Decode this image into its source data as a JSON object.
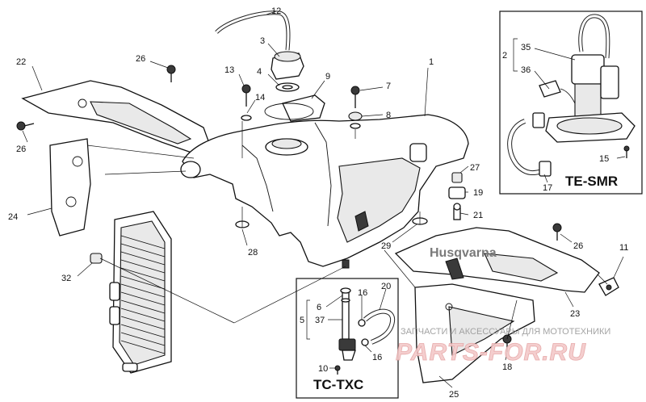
{
  "inset_tesmr": {
    "title": "TE-SMR"
  },
  "inset_tctxc": {
    "title": "TC-TXC"
  },
  "watermark": {
    "caption": "ЗАПЧАСТИ И АКСЕССУАРЫ ДЛЯ МОТОТЕХНИКИ",
    "logo": "PARTS-FOR.RU"
  },
  "brand_decal": "Husqvarna",
  "callouts": [
    {
      "id": "c1",
      "label": "1"
    },
    {
      "id": "c2",
      "label": "2"
    },
    {
      "id": "c3",
      "label": "3"
    },
    {
      "id": "c4",
      "label": "4"
    },
    {
      "id": "c5",
      "label": "5"
    },
    {
      "id": "c6",
      "label": "6"
    },
    {
      "id": "c7",
      "label": "7"
    },
    {
      "id": "c8",
      "label": "8"
    },
    {
      "id": "c9",
      "label": "9"
    },
    {
      "id": "c10",
      "label": "10"
    },
    {
      "id": "c11",
      "label": "11"
    },
    {
      "id": "c12",
      "label": "12"
    },
    {
      "id": "c13",
      "label": "13"
    },
    {
      "id": "c14",
      "label": "14"
    },
    {
      "id": "c15",
      "label": "15"
    },
    {
      "id": "c16a",
      "label": "16"
    },
    {
      "id": "c16b",
      "label": "16"
    },
    {
      "id": "c17",
      "label": "17"
    },
    {
      "id": "c18",
      "label": "18"
    },
    {
      "id": "c19",
      "label": "19"
    },
    {
      "id": "c20",
      "label": "20"
    },
    {
      "id": "c21",
      "label": "21"
    },
    {
      "id": "c22",
      "label": "22"
    },
    {
      "id": "c23",
      "label": "23"
    },
    {
      "id": "c24",
      "label": "24"
    },
    {
      "id": "c25",
      "label": "25"
    },
    {
      "id": "c26a",
      "label": "26"
    },
    {
      "id": "c26b",
      "label": "26"
    },
    {
      "id": "c26c",
      "label": "26"
    },
    {
      "id": "c27",
      "label": "27"
    },
    {
      "id": "c28",
      "label": "28"
    },
    {
      "id": "c29",
      "label": "29"
    },
    {
      "id": "c32",
      "label": "32"
    },
    {
      "id": "c35",
      "label": "35"
    },
    {
      "id": "c36",
      "label": "36"
    },
    {
      "id": "c37",
      "label": "37"
    }
  ]
}
